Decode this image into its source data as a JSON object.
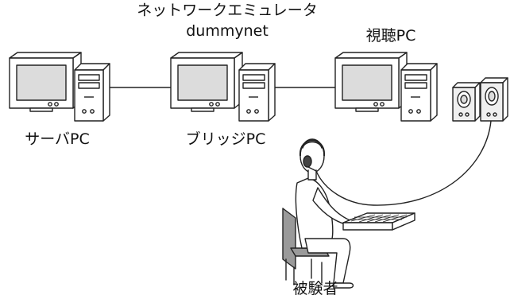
{
  "labels": {
    "emulator_title": "ネットワークエミュレータ",
    "emulator_name": "dummynet",
    "server_pc": "サーバPC",
    "bridge_pc": "ブリッジPC",
    "viewing_pc": "視聴PC",
    "subject": "被験者"
  },
  "colors": {
    "line": "#222222",
    "fill": "#ffffff",
    "screen": "#dcdcdc",
    "chair": "#9a9a9a",
    "speaker": "#efefef"
  },
  "icons": [
    "computer-icon",
    "speaker-icon",
    "person-icon",
    "headphones-icon",
    "keyboard-icon",
    "chair-icon",
    "cable-icon"
  ]
}
